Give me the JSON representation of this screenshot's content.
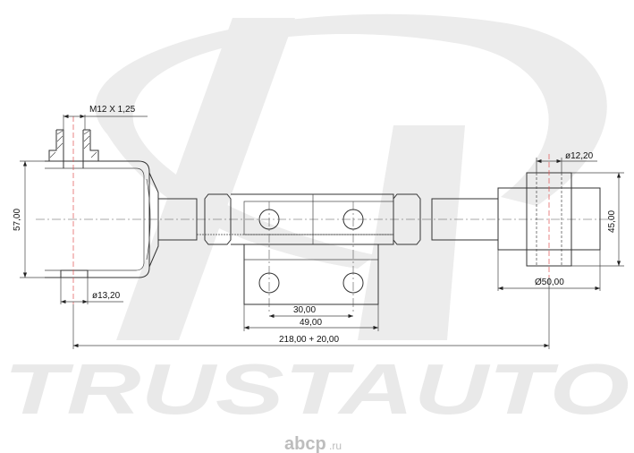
{
  "watermark": {
    "brand": "TRUSTAUTO",
    "site": "abcp",
    "site_tld": ".ru"
  },
  "dimensions": {
    "thread": "M12 X 1,25",
    "housing_height": "57,00",
    "left_bore": "ø13,20",
    "bracket_holes": "30,00",
    "bracket_width": "49,00",
    "total_length": "218,00 + 20,00",
    "right_bore": "ø12,20",
    "right_height": "45,00",
    "right_diameter": "Ø50,00"
  }
}
